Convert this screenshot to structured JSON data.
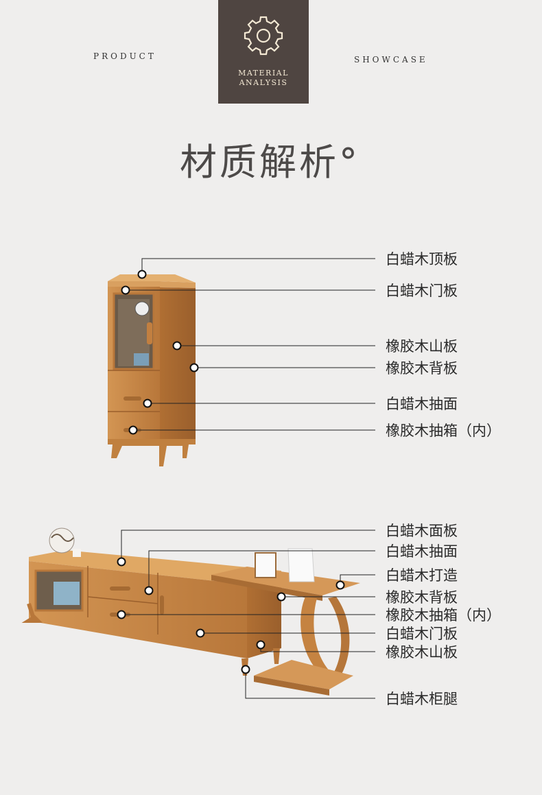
{
  "header": {
    "left_word": "PRODUCT",
    "right_word": "SHOWCASE",
    "badge_line1": "MATERIAL",
    "badge_line2": "ANALYSIS",
    "badge_icon": "gear-icon"
  },
  "title": "材质解析°",
  "cabinet_labels": [
    "白蜡木顶板",
    "白蜡木门板",
    "橡胶木山板",
    "橡胶木背板",
    "白蜡木抽面",
    "橡胶木抽箱（内）"
  ],
  "tv_stand_labels": [
    "白蜡木面板",
    "白蜡木抽面",
    "白蜡木打造",
    "橡胶木背板",
    "橡胶木抽箱（内）",
    "白蜡木门板",
    "橡胶木山板",
    "白蜡木柜腿"
  ],
  "colors": {
    "background": "#efeeed",
    "badge": "#4f4541",
    "wood": "#c88a4c"
  }
}
